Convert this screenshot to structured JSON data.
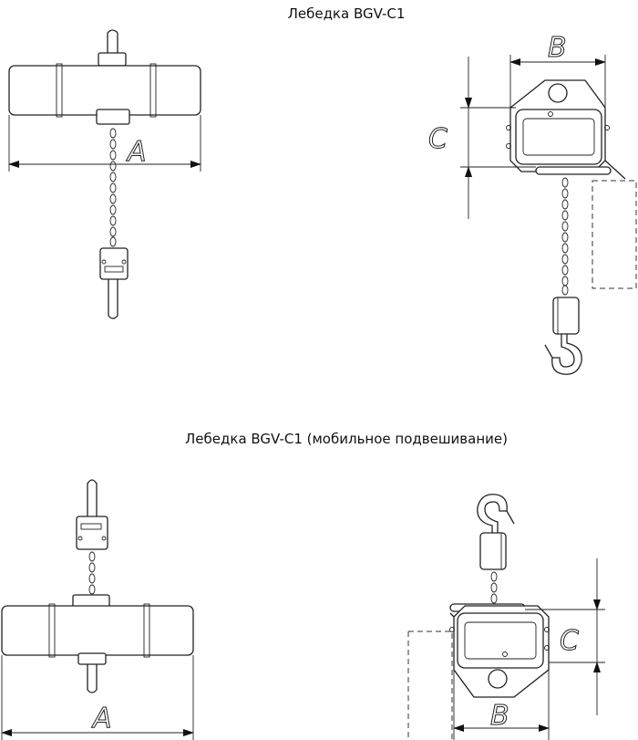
{
  "titles": {
    "top": "Лебедка BGV-C1",
    "bottom": "Лебедка BGV-C1 (мобильное подвешивание)"
  },
  "dimensions": {
    "width": "A",
    "depth": "B",
    "height": "C"
  }
}
